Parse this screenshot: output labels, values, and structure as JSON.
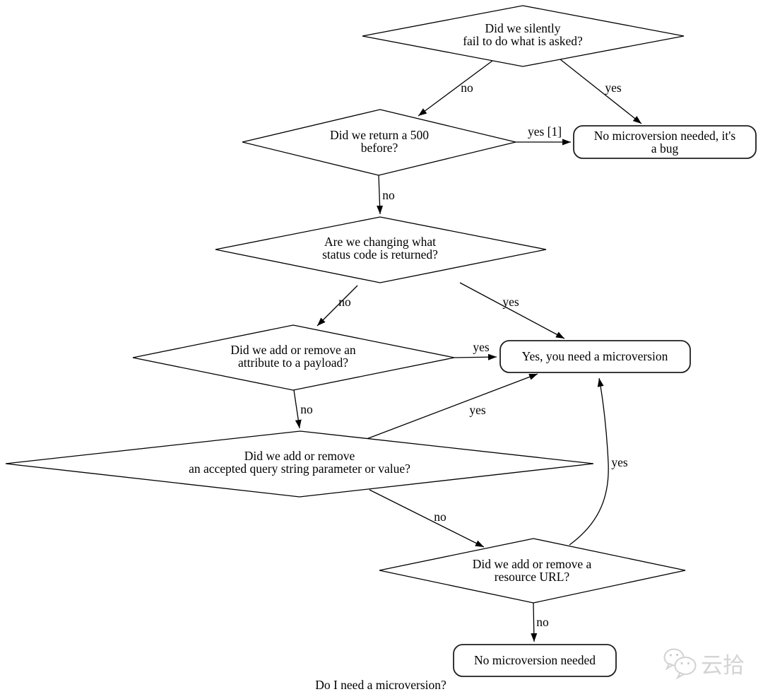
{
  "graph": {
    "title": "Do I need a microversion?",
    "watermark": "云拾"
  },
  "nodes": {
    "silent_fail": {
      "type": "decision",
      "lines": [
        "Did we silently",
        "fail to do what is asked?"
      ]
    },
    "return_500": {
      "type": "decision",
      "lines": [
        "Did we return a 500",
        "before?"
      ]
    },
    "bug": {
      "type": "terminal",
      "lines": [
        "No microversion needed, it's",
        "a bug"
      ]
    },
    "status_code": {
      "type": "decision",
      "lines": [
        "Are we changing what",
        "status code is returned?"
      ]
    },
    "payload_attr": {
      "type": "decision",
      "lines": [
        "Did we add or remove an",
        "attribute to a payload?"
      ]
    },
    "need_micro": {
      "type": "terminal",
      "lines": [
        "Yes, you need a microversion"
      ]
    },
    "query_param": {
      "type": "decision",
      "lines": [
        "Did we add or remove",
        "an accepted query string parameter or value?"
      ]
    },
    "resource_url": {
      "type": "decision",
      "lines": [
        "Did we add or remove a",
        "resource URL?"
      ]
    },
    "no_micro": {
      "type": "terminal",
      "lines": [
        "No microversion needed"
      ]
    }
  },
  "edge_labels": {
    "silent_fail_to_return_500": "no",
    "silent_fail_to_bug": "yes",
    "return_500_to_bug": "yes [1]",
    "return_500_to_status_code": "no",
    "status_code_to_payload_attr": "no",
    "status_code_to_need_micro": "yes",
    "payload_attr_to_need_micro": "yes",
    "payload_attr_to_query_param": "no",
    "query_param_to_need_micro": "yes",
    "query_param_to_resource_url": "no",
    "resource_url_to_need_micro": "yes",
    "resource_url_to_no_micro": "no"
  },
  "colors": {
    "background": "#ffffff",
    "stroke": "#000000",
    "box_border": "#1f1f1f",
    "watermark": "#d2d2d2"
  }
}
